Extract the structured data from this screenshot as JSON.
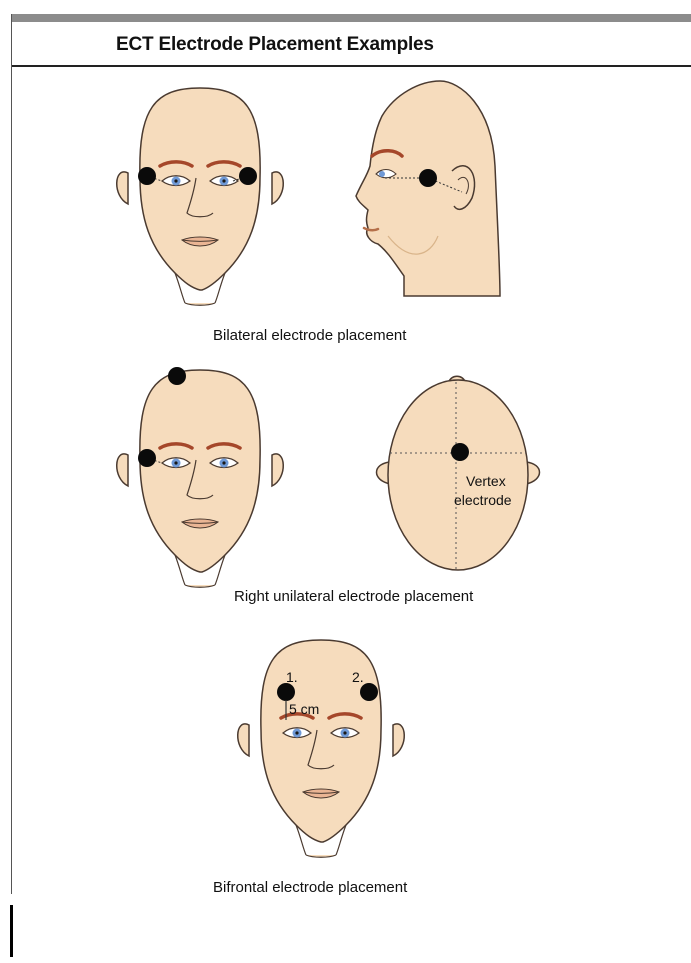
{
  "header": {
    "title": "ECT Electrode Placement Examples"
  },
  "captions": {
    "bilateral": "Bilateral electrode placement",
    "right_unilateral": "Right unilateral electrode placement",
    "bifrontal": "Bifrontal electrode placement"
  },
  "labels": {
    "vertex_line1": "Vertex",
    "vertex_line2": "electrode",
    "bifrontal_1": "1.",
    "bifrontal_2": "2.",
    "bifrontal_distance": "5 cm"
  },
  "colors": {
    "skin": "#f6dcbd",
    "outline": "#4a3a30",
    "eyebrow": "#a5472a",
    "iris": "#6f99d6",
    "electrode": "#0a0a0a",
    "rule": "#8c8c8c"
  }
}
